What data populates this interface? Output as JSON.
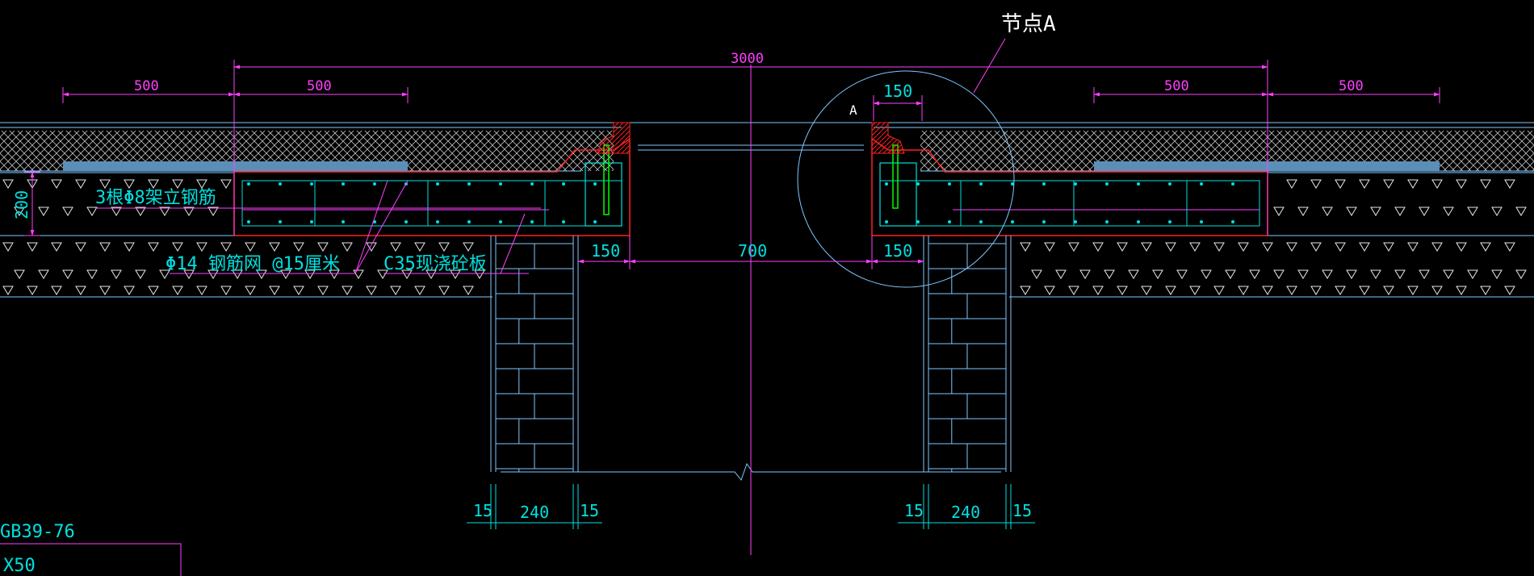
{
  "dimensions": {
    "overall": "3000",
    "left_outer": "500",
    "left_inner": "500",
    "right_inner": "500",
    "right_outer": "500",
    "detail_a_width": "150",
    "slab_thickness": "200",
    "left_ledge": "150",
    "opening": "700",
    "right_ledge": "150",
    "left_wall": {
      "plaster_left": "15",
      "brick": "240",
      "plaster_right": "15"
    },
    "right_wall": {
      "plaster_left": "15",
      "brick": "240",
      "plaster_right": "15"
    }
  },
  "labels": {
    "detail_callout": "节点A",
    "detail_letter": "A",
    "erection_bars": "3根Φ8架立钢筋",
    "rebar_mesh": "Φ14 钢筋网 @15厘米",
    "concrete_slab": "C35现浇砼板"
  },
  "title_block": {
    "drawing_code": "GB39-76",
    "scale_note": "X50"
  },
  "colors": {
    "background": "#000000",
    "dimension": "#ff40ff",
    "outline": "#7fc8ff",
    "concrete_edge": "#ff2020",
    "rebar": "#00e0e0",
    "bolt": "#00ff00",
    "text": "#00e0e0"
  }
}
